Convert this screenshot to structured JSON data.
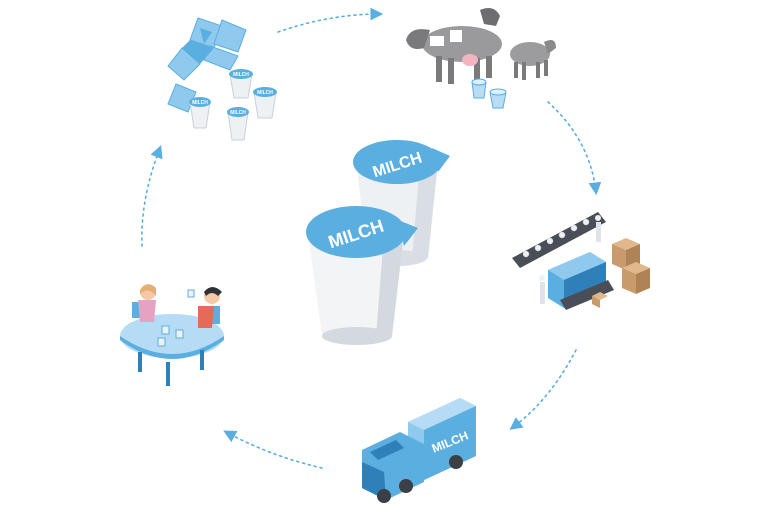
{
  "labels": {
    "cup_back": "MILCH",
    "cup_front": "MILCH",
    "truck": "MILCH",
    "recycle_cup_1": "MILCH",
    "recycle_cup_2": "MILCH",
    "recycle_cup_3": "MILCH",
    "recycle_cup_4": "MILCH"
  },
  "colors": {
    "accent_blue": "#5aaee0",
    "light_blue": "#8fcaee",
    "dark_blue": "#2f7fb8",
    "cup_white": "#eef1f4",
    "cup_shade": "#c9d0d8",
    "cow_grey": "#8d8d8f",
    "box_brown": "#c99a6b",
    "belt_grey": "#4a4f57"
  },
  "cycle_stages": [
    "recycle-icon",
    "cow-icon",
    "factory-icon",
    "truck-icon",
    "children-table-icon"
  ]
}
